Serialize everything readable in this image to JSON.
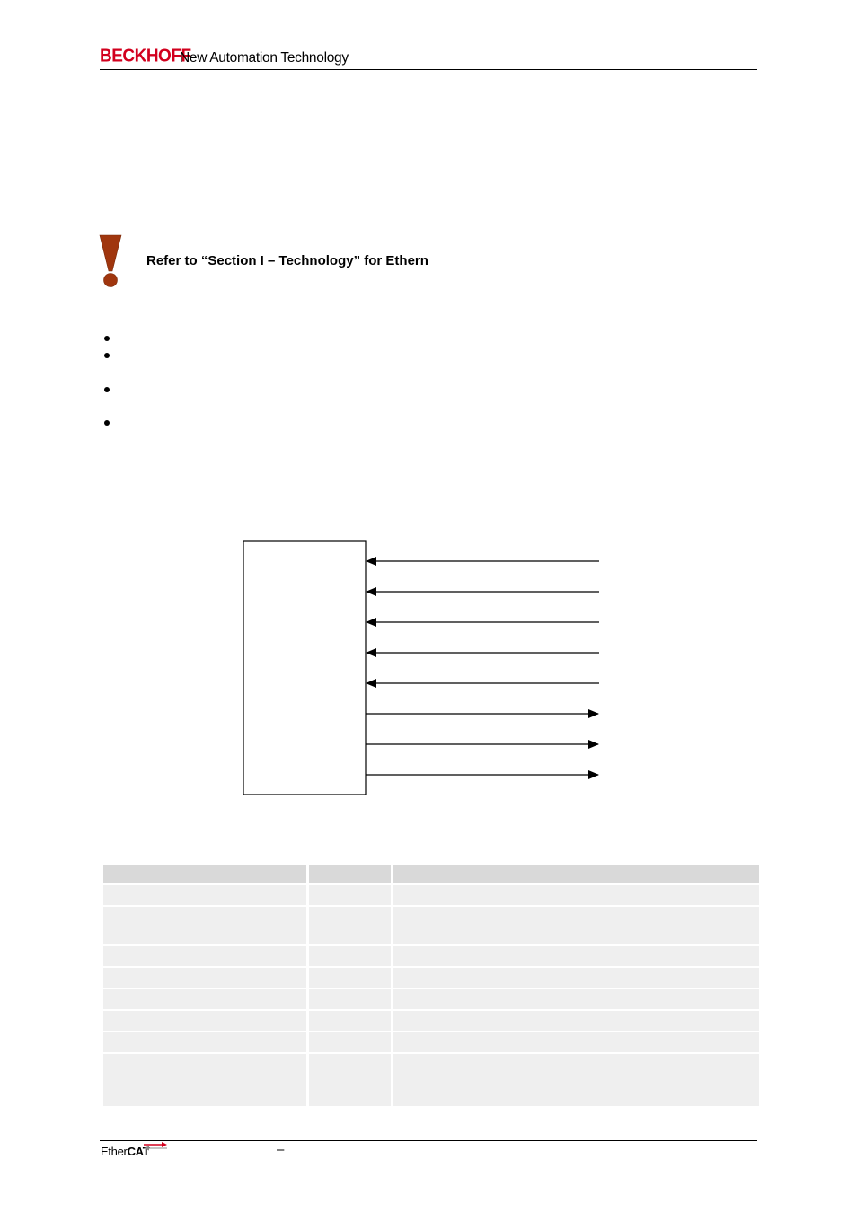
{
  "header": {
    "brand": "BECKHOFF",
    "tagline": "New Automation Technology"
  },
  "note": {
    "icon": "exclamation-icon",
    "text": "Refer to “Section I – Technology” for Ethern",
    "icon_color": "#a0360e"
  },
  "bullets": {
    "count": 4
  },
  "diagram": {
    "arrows": [
      "in",
      "in",
      "in",
      "in",
      "in",
      "out",
      "out",
      "out"
    ]
  },
  "table": {
    "rows": [
      "header",
      "row",
      "row-tall",
      "row",
      "row",
      "row",
      "row",
      "row",
      "row-tall"
    ]
  },
  "footer": {
    "logo_part1": "Ether",
    "logo_part2": "CAT",
    "dash": "–",
    "logo_arrow_color": "#d2001e"
  }
}
